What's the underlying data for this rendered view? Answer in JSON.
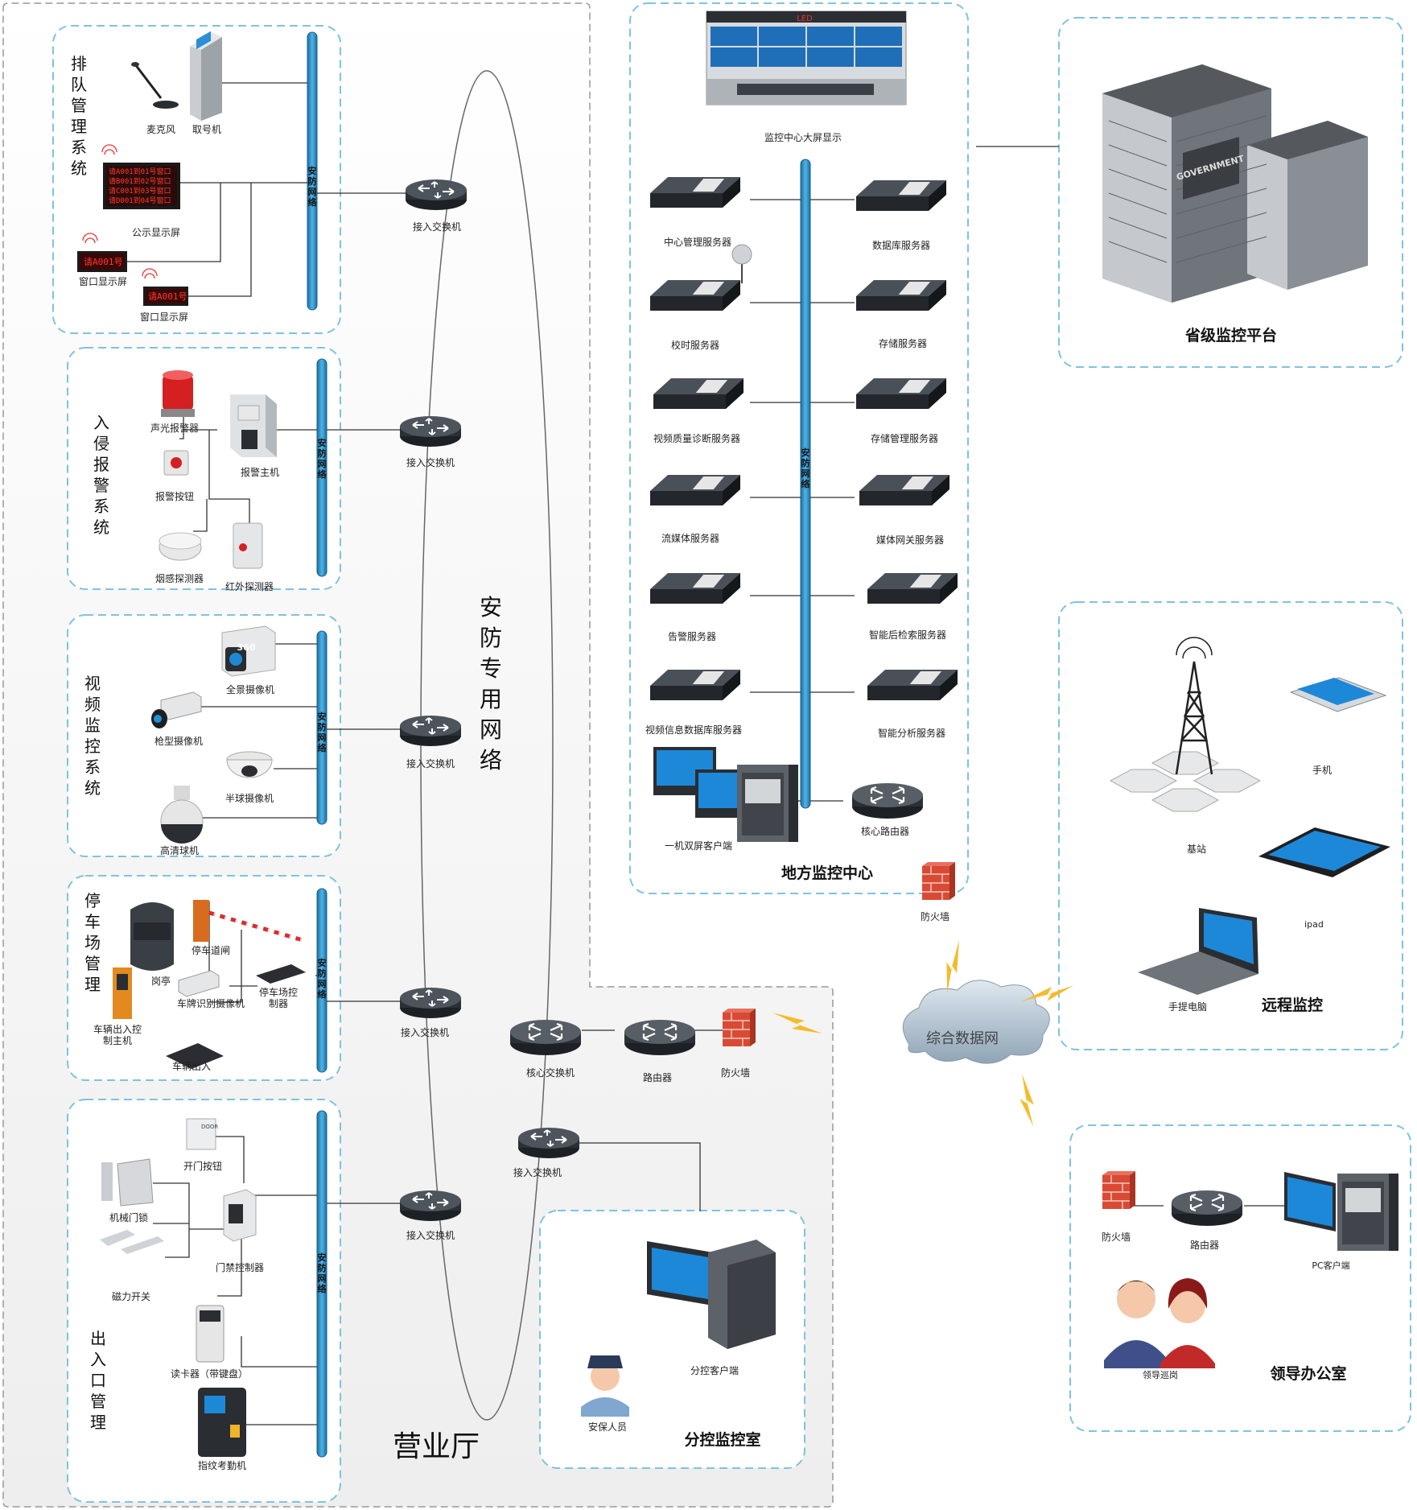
{
  "colors": {
    "panel_border": "#7fc3de",
    "pole": "#2f93c7",
    "line": "#333333",
    "device": "#333740",
    "screen": "#1e88d8",
    "firewall": "#d94a35",
    "bolt": "#f3bc2b"
  },
  "queue": {
    "title": "排队管理系统",
    "net": "安防网络",
    "mic": "麦克风",
    "ticket": "取号机",
    "public_screen": "公示显示屏",
    "window_screen_1": "窗口显示屏",
    "window_screen_2": "窗口显示屏",
    "led_lines": [
      "请A001到01号窗口",
      "请B001到02号窗口",
      "请C001到03号窗口",
      "请D001到04号窗口"
    ],
    "led_small": "请A001号",
    "switch": "接入交换机"
  },
  "alarm": {
    "title": "入侵报警系统",
    "net": "安防网络",
    "siren": "声光报警器",
    "host": "报警主机",
    "button": "报警按钮",
    "smoke": "烟感探测器",
    "infrared": "红外探测器",
    "switch": "接入交换机"
  },
  "video": {
    "title": "视频监控系统",
    "net": "安防网络",
    "panorama": "全景摄像机",
    "gun": "枪型摄像机",
    "dome": "半球摄像机",
    "ptz": "高清球机",
    "switch": "接入交换机",
    "badge_360": "360"
  },
  "parking": {
    "title": "停车场管理",
    "net": "安防网络",
    "booth": "岗亭",
    "gate": "停车道闸",
    "plate_cam": "车牌识别摄像机",
    "controller": "停车场控制器",
    "entry_host": "车辆出入控制主机",
    "vehicle": "车辆出入",
    "switch": "接入交换机"
  },
  "access": {
    "title": "出入口管理",
    "net": "安防网络",
    "open_button": "开门按钮",
    "mech_lock": "机械门锁",
    "controller": "门禁控制器",
    "magnet": "磁力开关",
    "card_reader": "读卡器（带键盘）",
    "fingerprint": "指纹考勤机",
    "switch": "接入交换机",
    "door_text": "DOOR"
  },
  "hall": {
    "big_title": "营业厅",
    "net_label": "安防专用网络",
    "core_switch": "核心交换机",
    "router": "路由器",
    "firewall": "防火墙",
    "access_switch": "接入交换机"
  },
  "local_center": {
    "title": "地方监控中心",
    "big_screen": "监控中心大屏显示",
    "led_text": "LED",
    "net": "安防网络",
    "servers_left": [
      "中心管理服务器",
      "校时服务器",
      "视频质量诊断服务器",
      "流媒体服务器",
      "告警服务器",
      "视频信息数据库服务器"
    ],
    "servers_right": [
      "数据库服务器",
      "存储服务器",
      "存储管理服务器",
      "媒体网关服务器",
      "智能后检索服务器",
      "智能分析服务器"
    ],
    "dual_client": "一机双屏客户端",
    "core_router": "核心路由器",
    "firewall": "防火墙"
  },
  "province": {
    "title": "省级监控平台",
    "sign": "GOVERNMENT"
  },
  "cloud": {
    "label": "综合数据网"
  },
  "remote": {
    "title": "远程监控",
    "phone": "手机",
    "base_station": "基站",
    "ipad": "ipad",
    "laptop": "手提电脑"
  },
  "leader": {
    "title": "领导办公室",
    "firewall": "防火墙",
    "router": "路由器",
    "pc": "PC客户端",
    "people": "领导巡岗"
  },
  "sub_room": {
    "title": "分控监控室",
    "client": "分控客户端",
    "guard": "安保人员"
  }
}
